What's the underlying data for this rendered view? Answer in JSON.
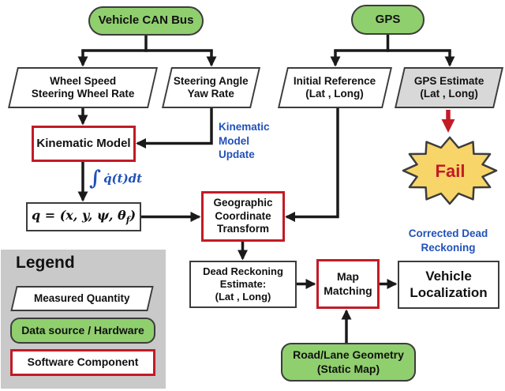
{
  "colors": {
    "hardware_green": "#90CF6E",
    "software_red": "#C21B26",
    "annotation_blue": "#2151B8",
    "fail_yellow": "#F8D568",
    "measured_gray": "#D8D8D8",
    "legend_gray": "#C9C9C9",
    "line_dark": "#1A1A1A",
    "border_dark": "#3C3C3C"
  },
  "nodes": {
    "vehicle_can_bus": {
      "label": "Vehicle CAN Bus"
    },
    "gps": {
      "label": "GPS"
    },
    "wheel_speed": {
      "label": "Wheel Speed\nSteering Wheel Rate"
    },
    "steering_angle": {
      "label": "Steering Angle\nYaw Rate"
    },
    "initial_reference": {
      "label": "Initial Reference\n(Lat , Long)"
    },
    "gps_estimate": {
      "label": "GPS Estimate\n(Lat , Long)"
    },
    "kinematic_model": {
      "label": "Kinematic Model"
    },
    "geographic_transform": {
      "label": "Geographic\nCoordinate\nTransform"
    },
    "dead_reckoning": {
      "label": "Dead Reckoning\nEstimate:\n(Lat , Long)"
    },
    "map_matching": {
      "label": "Map\nMatching"
    },
    "vehicle_localization": {
      "label": "Vehicle\nLocalization"
    },
    "road_lane_geometry": {
      "label": "Road/Lane Geometry\n(Static Map)"
    },
    "fail": {
      "label": "Fail"
    }
  },
  "annotations": {
    "kinematic_model_update": "Kinematic\nModel\nUpdate",
    "integral_sign": "∫",
    "integral_body": "q̇(t)dt",
    "equation": {
      "main": "q = (x, y, ψ, θ",
      "sub": "f",
      "close": ")"
    },
    "corrected_dead_reckoning": "Corrected Dead\nReckoning"
  },
  "legend": {
    "title": "Legend",
    "items": [
      {
        "label": "Measured Quantity"
      },
      {
        "label": "Data source / Hardware"
      },
      {
        "label": "Software Component"
      }
    ]
  }
}
